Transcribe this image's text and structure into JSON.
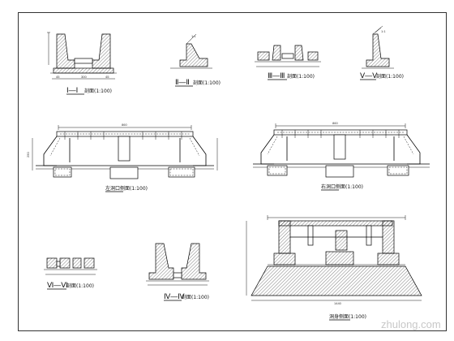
{
  "drawing": {
    "sections": [
      {
        "id": "I-I",
        "label": "Ⅰ—Ⅰ",
        "scale_text": "剖面(1:100)"
      },
      {
        "id": "II-II",
        "label": "Ⅱ—Ⅱ",
        "scale_text": "剖面(1:100)"
      },
      {
        "id": "III-III",
        "label": "Ⅲ—Ⅲ",
        "scale_text": "剖面(1:100)"
      },
      {
        "id": "V-V",
        "label": "Ⅴ—Ⅴ",
        "scale_text": "剖面(1:100)"
      },
      {
        "id": "VI-VI",
        "label": "Ⅵ—Ⅵ",
        "scale_text": "剖面(1:100)"
      },
      {
        "id": "IV-IV",
        "label": "Ⅳ—Ⅳ",
        "scale_text": "剖面(1:100)"
      }
    ],
    "elevations": {
      "left": "左洞口侧面(1:100)",
      "right": "右洞口侧面(1:100)",
      "longitudinal": "洞身侧面(1:100)"
    },
    "watermark": "zhulong.com"
  }
}
